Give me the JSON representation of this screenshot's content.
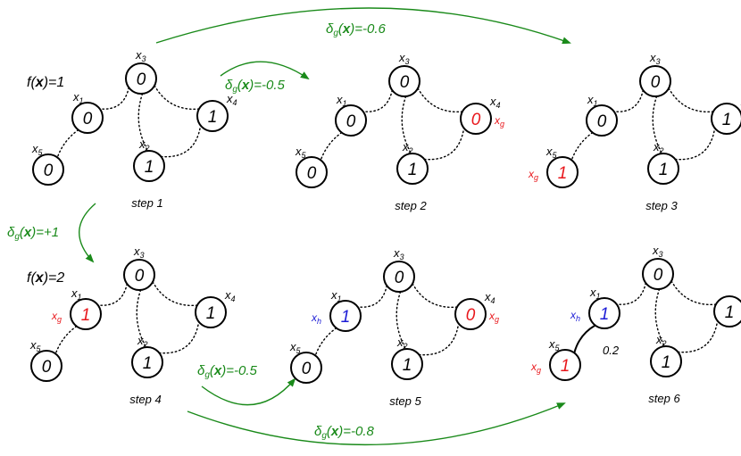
{
  "colors": {
    "red": "#e8161b",
    "blue": "#1c1cd6",
    "green": "#1a8a1a",
    "black": "#000000"
  },
  "labels": {
    "x1": "x",
    "x1_sub": "1",
    "x2": "x",
    "x2_sub": "2",
    "x3": "x",
    "x3_sub": "3",
    "x4": "x",
    "x4_sub": "4",
    "x5": "x",
    "x5_sub": "5",
    "xg": "x",
    "xg_sub": "g",
    "xh": "x",
    "xh_sub": "h"
  },
  "f_labels": [
    {
      "prefix": "f(",
      "bold": "x",
      "suffix": ")=1"
    },
    {
      "prefix": "f(",
      "bold": "x",
      "suffix": ")=2"
    }
  ],
  "steps": [
    {
      "label": "step 1",
      "values": {
        "x1": "0",
        "x2": "1",
        "x3": "0",
        "x4": "1",
        "x5": "0"
      },
      "red": [],
      "blue": []
    },
    {
      "label": "step 2",
      "values": {
        "x1": "0",
        "x2": "1",
        "x3": "0",
        "x4": "0",
        "x5": "0"
      },
      "red": [
        "x4"
      ],
      "blue": []
    },
    {
      "label": "step 3",
      "values": {
        "x1": "0",
        "x2": "1",
        "x3": "0",
        "x4": "1",
        "x5": "1"
      },
      "red": [
        "x5"
      ],
      "blue": []
    },
    {
      "label": "step 4",
      "values": {
        "x1": "1",
        "x2": "1",
        "x3": "0",
        "x4": "1",
        "x5": "0"
      },
      "red": [
        "x1"
      ],
      "blue": []
    },
    {
      "label": "step 5",
      "values": {
        "x1": "1",
        "x2": "1",
        "x3": "0",
        "x4": "0",
        "x5": "0"
      },
      "red": [
        "x4"
      ],
      "blue": [
        "x1"
      ]
    },
    {
      "label": "step 6",
      "values": {
        "x1": "1",
        "x2": "1",
        "x3": "0",
        "x4": "1",
        "x5": "1"
      },
      "red": [
        "x5"
      ],
      "blue": [
        "x1"
      ]
    }
  ],
  "tags": [
    {
      "step": 2,
      "node": "x4",
      "kind": "xg"
    },
    {
      "step": 3,
      "node": "x5",
      "kind": "xg"
    },
    {
      "step": 4,
      "node": "x1",
      "kind": "xg"
    },
    {
      "step": 5,
      "node": "x1",
      "kind": "xh"
    },
    {
      "step": 5,
      "node": "x4",
      "kind": "xg"
    },
    {
      "step": 6,
      "node": "x1",
      "kind": "xh"
    },
    {
      "step": 6,
      "node": "x5",
      "kind": "xg"
    }
  ],
  "edge_weight": "0.2",
  "arrows": [
    {
      "id": "a12",
      "prefix": "δ",
      "sub": "g",
      "mid": "(",
      "bold": "x",
      "suffix": ")=-0.5"
    },
    {
      "id": "a13",
      "prefix": "δ",
      "sub": "g",
      "mid": "(",
      "bold": "x",
      "suffix": ")=-0.6"
    },
    {
      "id": "a14",
      "prefix": "δ",
      "sub": "g",
      "mid": "(",
      "bold": "x",
      "suffix": ")=+1"
    },
    {
      "id": "a45",
      "prefix": "δ",
      "sub": "g",
      "mid": "(",
      "bold": "x",
      "suffix": ")=-0.5"
    },
    {
      "id": "a46",
      "prefix": "δ",
      "sub": "g",
      "mid": "(",
      "bold": "x",
      "suffix": ")=-0.8"
    }
  ]
}
